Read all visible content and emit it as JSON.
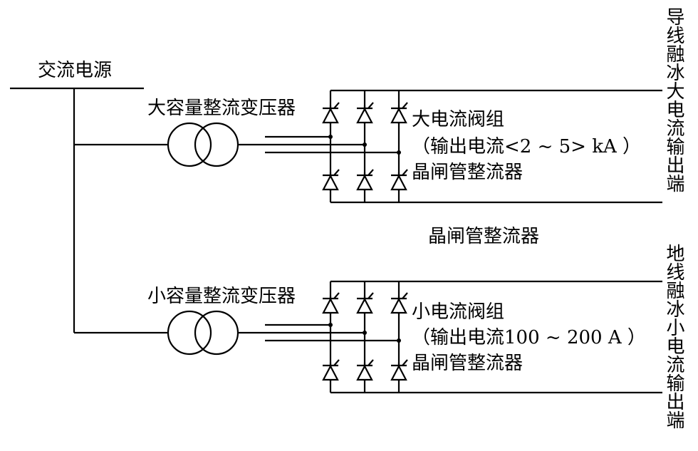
{
  "source_label": "交流电源",
  "upper": {
    "transformer_label": "大容量整流变压器",
    "valve_label": "大电流阀组",
    "output_label": "（输出电流<2 ~ 5> kA ）",
    "rectifier_label": "晶闸管整流器",
    "side_label": "导线融冰大电流输出端"
  },
  "middle_label": "晶闸管整流器",
  "lower": {
    "transformer_label": "小容量整流变压器",
    "valve_label": "小电流阀组",
    "output_label": "（输出电流100 ~ 200 A ）",
    "rectifier_label": "晶闸管整流器",
    "side_label": "地线融冰小电流输出端"
  },
  "icons": [
    "transformer-icon",
    "thyristor-icon"
  ]
}
